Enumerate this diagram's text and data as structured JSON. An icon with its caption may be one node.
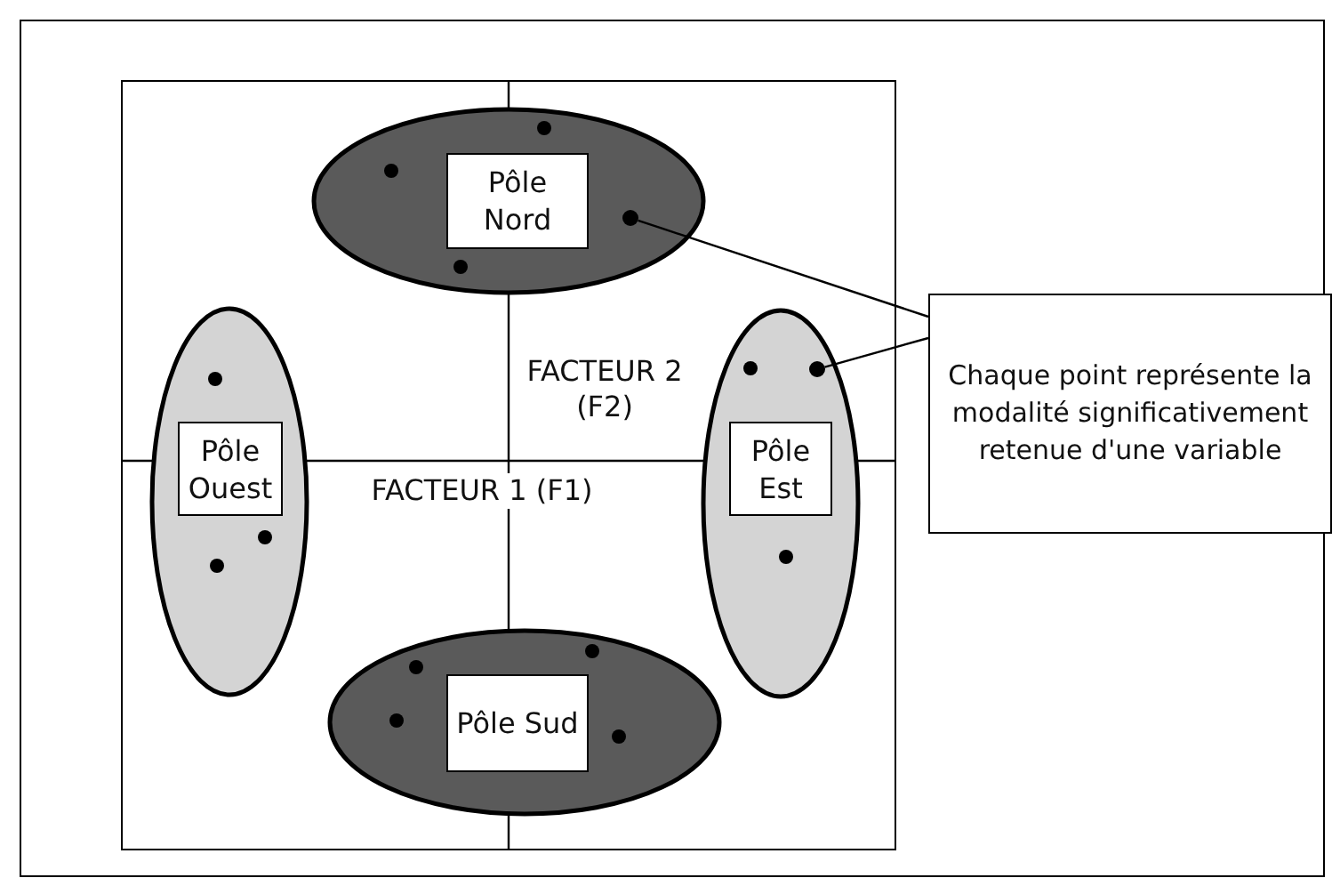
{
  "diagram": {
    "nodes": [
      {
        "text": [
          "Pôle Nord"
        ]
      },
      {
        "text": [],
        "shape": "circle",
        "in": 0
      },
      {
        "text": [
          "Pôle Ouest"
        ]
      },
      {
        "text": [
          "Pôle Est"
        ]
      },
      {
        "text": [],
        "shape": "circle",
        "in": 3
      },
      {
        "text": [
          "Pôle Sud"
        ]
      },
      {
        "text": [
          "Chaque point représente la modalité significativement retenue d'une variable"
        ]
      }
    ],
    "edges": [
      {
        "from": 6,
        "to": 1,
        "arrow": "none"
      },
      {
        "from": 6,
        "to": 4,
        "arrow": "none"
      }
    ],
    "labels": [
      "FACTEUR 2 (F2)",
      "FACTEUR 1 (F1)"
    ]
  }
}
